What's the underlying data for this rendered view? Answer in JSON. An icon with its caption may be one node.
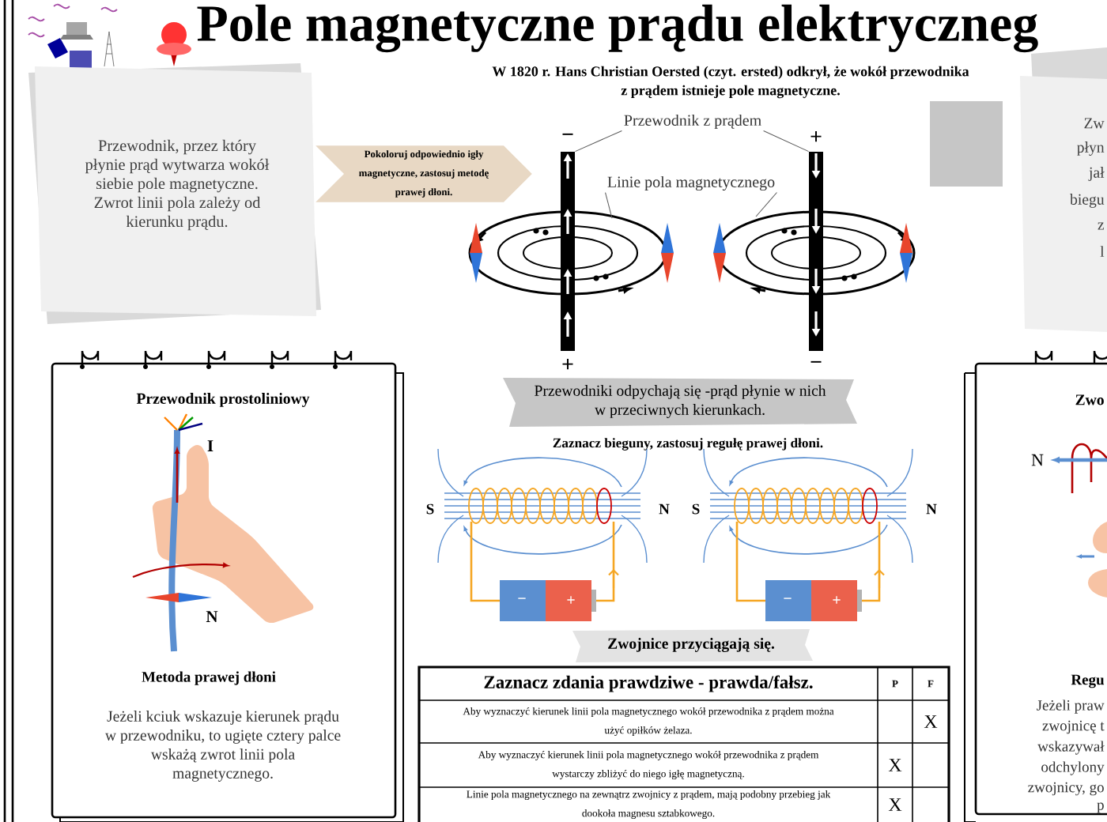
{
  "diagram": {
    "title": "Pole magnetyczne prądu elektryczneg",
    "nodes": [
      {
        "text": [
          "Przewodnik, przez który płynie prąd wytwarza wokół siebie pole magnetyczne. Zwrot linii pola zależy od kierunku prądu."
        ]
      },
      {
        "text": [
          "Pokoloruj odpowiednio igły magnetyczne, zastosuj metodę prawej dłoni."
        ]
      },
      {
        "text": [
          "Przewodnik z prądem"
        ]
      },
      {
        "text": [
          "Linie pola magnetycznego"
        ]
      },
      {
        "text": [],
        "shape": "bar"
      },
      {
        "text": [],
        "shape": "bar"
      },
      {
        "text": [
          "Zw",
          "płyn",
          "jał",
          "biegu",
          "z",
          "l"
        ]
      },
      {
        "text": [
          "Przewodnik prostoliniowy",
          "Metoda prawej dłoni",
          "Jeżeli kciuk wskazuje kierunek prądu w przewodniku, to ugięte cztery palce wskażą zwrot linii pola magnetycznego."
        ]
      },
      {
        "text": [
          "Przewodniki odpychają się -prąd płynie w nich w przeciwnych kierunkach."
        ]
      },
      {
        "text": [
          "Zwojnice przyciągają się."
        ]
      },
      {
        "text": [
          "Zwo",
          "Regu",
          "Jeżeli praw",
          "zwojnicę t",
          "wskazywał",
          "odchylony",
          "zwojnicy, go",
          "p"
        ]
      }
    ],
    "edges": [
      {
        "from": 2,
        "to": 4,
        "arrow": "none"
      },
      {
        "from": 2,
        "to": 5,
        "arrow": "none"
      },
      {
        "from": 3,
        "to": null,
        "arrow": "none"
      },
      {
        "from": 3,
        "to": null,
        "arrow": "none"
      }
    ],
    "labels": [
      "W 1820 r. Hans Christian Oersted (czyt. ersted) odkrył, że wokół przewodnika z prądem istnieje pole magnetyczne.",
      "−",
      "+",
      "+",
      "−",
      "I",
      "N",
      "N",
      "Zaznacz bieguny, zastosuj regułę prawej dłoni.",
      "S",
      "N",
      "S",
      "N",
      "−",
      "+",
      "−",
      "+",
      "Zaznacz zdania prawdziwe - prawda/fałsz.",
      "P",
      "F",
      "Aby wyznaczyć kierunek linii pola magnetycznego wokół przewodnika z prądem można użyć opiłków żelaza.",
      "X",
      "Aby wyznaczyć kierunek linii pola magnetycznego wokół przewodnika z prądem wystarczy zbliżyć do niego igłę magnetyczną.",
      "X",
      "Linie pola magnetycznego na zewnątrz zwojnicy z prądem, mają podobny przebieg jak dookoła magnesu sztabkowego.",
      "X"
    ]
  }
}
